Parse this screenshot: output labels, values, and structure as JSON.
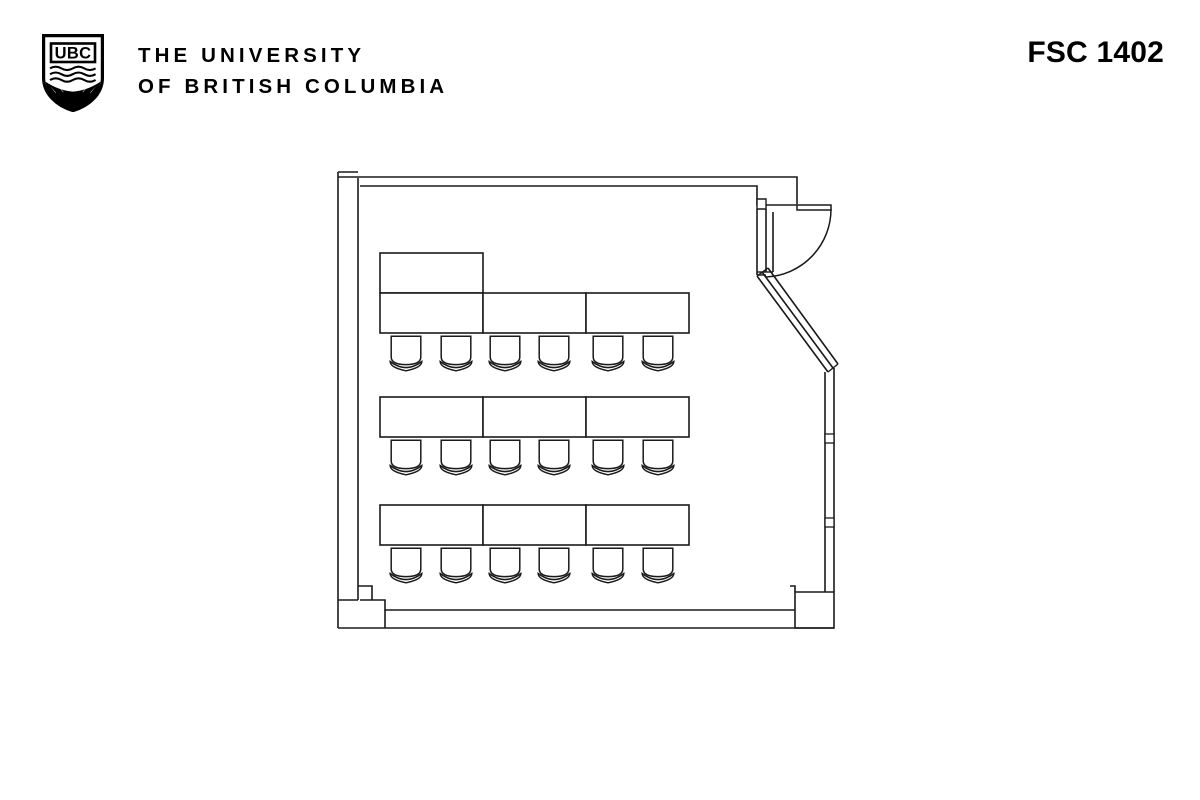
{
  "header": {
    "brand": {
      "crest_icon": "ubc-shield-icon",
      "crest_letters": "UBC",
      "line1": "THE UNIVERSITY",
      "line2": "OF BRITISH COLUMBIA"
    },
    "room_code": "FSC 1402"
  },
  "plan": {
    "title": "FSC 1402 classroom floor plan",
    "building_code": "FSC",
    "room_number": "1402",
    "stroke_color": "#1a1a1a",
    "fill_color": "#ffffff",
    "seat_count": 18,
    "row_count": 3,
    "seats_per_row": 6,
    "desk_segments_per_row": 3,
    "door_count": 1,
    "instructor_desk_count": 1,
    "rows": [
      {
        "label": "row-1",
        "seats": 6,
        "desks": 3,
        "has_instructor_desk": true
      },
      {
        "label": "row-2",
        "seats": 6,
        "desks": 3,
        "has_instructor_desk": false
      },
      {
        "label": "row-3",
        "seats": 6,
        "desks": 3,
        "has_instructor_desk": false
      }
    ],
    "features": [
      "entry-door-top-right",
      "door-swing-arc",
      "angled-window-wall-right",
      "window-mullion-markers",
      "column-bottom-right",
      "column-bottom-left-notch"
    ]
  }
}
